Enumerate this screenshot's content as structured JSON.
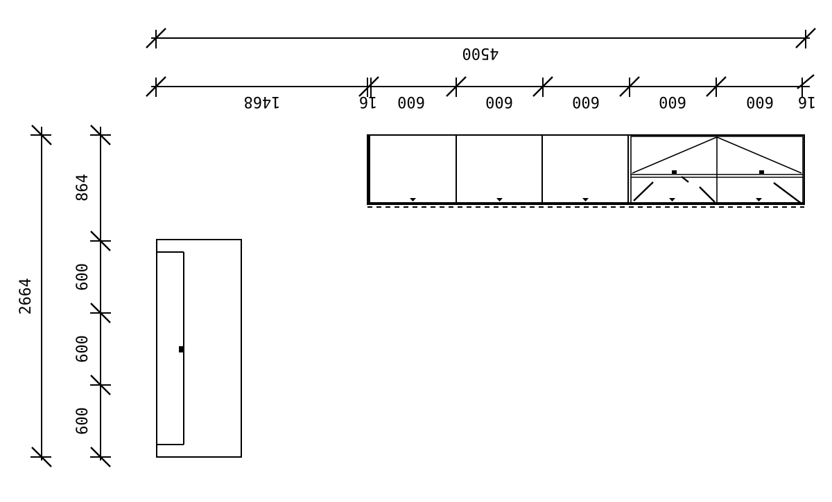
{
  "colors": {
    "line": "#000000",
    "background": "#ffffff"
  },
  "top_dimensions": {
    "overall": "4500",
    "segments": {
      "left_gap": "1468",
      "filler_left": "16",
      "cab1": "600",
      "cab2": "600",
      "cab3": "600",
      "cab4": "600",
      "cab5": "600",
      "filler_right": "16"
    }
  },
  "side_dimensions": {
    "overall": "2664",
    "segments": {
      "top": "864",
      "upper": "600",
      "middle": "600",
      "lower": "600"
    }
  }
}
